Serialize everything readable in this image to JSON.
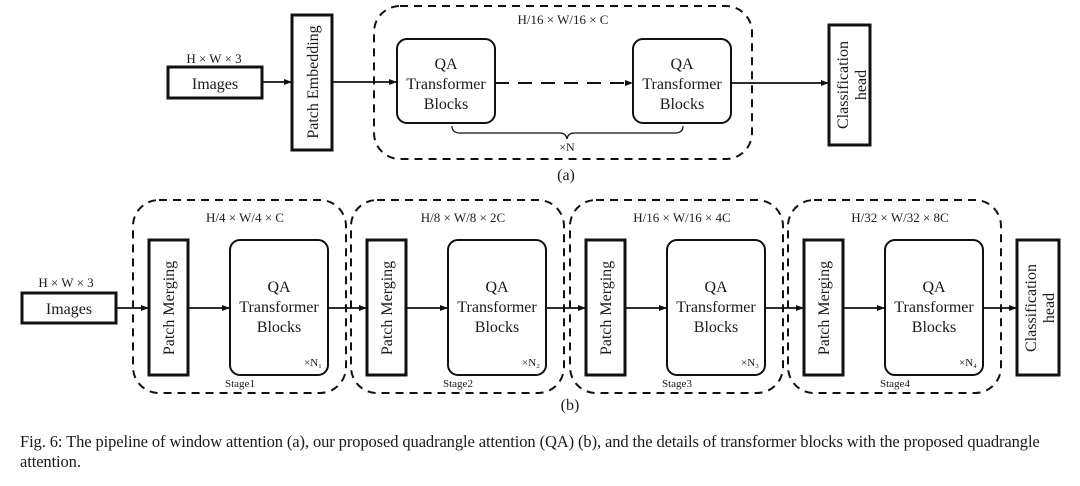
{
  "diagram_a": {
    "input_dims": "H × W × 3",
    "input_label": "Images",
    "patch_embedding_label": "Patch Embedding",
    "window_dims": "H/16 × W/16 × C",
    "block_line1": "QA",
    "block_line2": "Transformer",
    "block_line3": "Blocks",
    "repeat_label": "×N",
    "head_line1": "Classification",
    "head_line2": "head",
    "sublabel": "(a)"
  },
  "diagram_b": {
    "input_dims": "H × W × 3",
    "input_label": "Images",
    "head_line1": "Classification",
    "head_line2": "head",
    "sublabel": "(b)",
    "stages": [
      {
        "dims": "H/4 × W/4 × C",
        "merge_label": "Patch Merging",
        "block_line1": "QA",
        "block_line2": "Transformer",
        "block_line3": "Blocks",
        "repeat_label": "×N₁",
        "stage_label": "Stage1"
      },
      {
        "dims": "H/8 × W/8 × 2C",
        "merge_label": "Patch Merging",
        "block_line1": "QA",
        "block_line2": "Transformer",
        "block_line3": "Blocks",
        "repeat_label": "×N₂",
        "stage_label": "Stage2"
      },
      {
        "dims": "H/16 × W/16 × 4C",
        "merge_label": "Patch Merging",
        "block_line1": "QA",
        "block_line2": "Transformer",
        "block_line3": "Blocks",
        "repeat_label": "×N₃",
        "stage_label": "Stage3"
      },
      {
        "dims": "H/32 × W/32 × 8C",
        "merge_label": "Patch Merging",
        "block_line1": "QA",
        "block_line2": "Transformer",
        "block_line3": "Blocks",
        "repeat_label": "×N₄",
        "stage_label": "Stage4"
      }
    ]
  },
  "caption": {
    "text": "Fig. 6: The pipeline of window attention (a), our proposed quadrangle attention (QA) (b), and the details of transformer blocks with the proposed quadrangle attention."
  }
}
